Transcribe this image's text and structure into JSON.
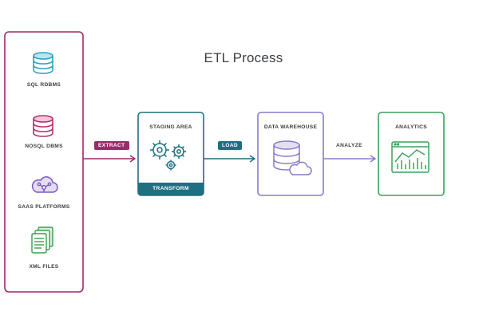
{
  "title": "ETL Process",
  "sources": [
    {
      "label": "SQL RDBMS",
      "icon": "database-icon",
      "color": "#2e9fbf"
    },
    {
      "label": "NOSQL DBMS",
      "icon": "database-icon",
      "color": "#b0306e"
    },
    {
      "label": "SAAS PLATFORMS",
      "icon": "cloud-network-icon",
      "color": "#7b5bbf"
    },
    {
      "label": "XML FILES",
      "icon": "file-stack-icon",
      "color": "#3a9e4f"
    }
  ],
  "steps": {
    "extract": "EXTRACT",
    "load": "LOAD",
    "analyze": "ANALYZE"
  },
  "nodes": {
    "staging": {
      "label": "STAGING AREA",
      "sub_label": "TRANSFORM",
      "icon": "gears-icon"
    },
    "warehouse": {
      "label": "DATA WAREHOUSE",
      "icon": "database-cloud-icon"
    },
    "analytics": {
      "label": "ANALYTICS",
      "icon": "chart-window-icon"
    }
  },
  "colors": {
    "sources_border": "#9c2a6c",
    "extract": "#9c2a6c",
    "staging": "#1f6f82",
    "warehouse": "#8a78c9",
    "analytics": "#3aa35a"
  }
}
